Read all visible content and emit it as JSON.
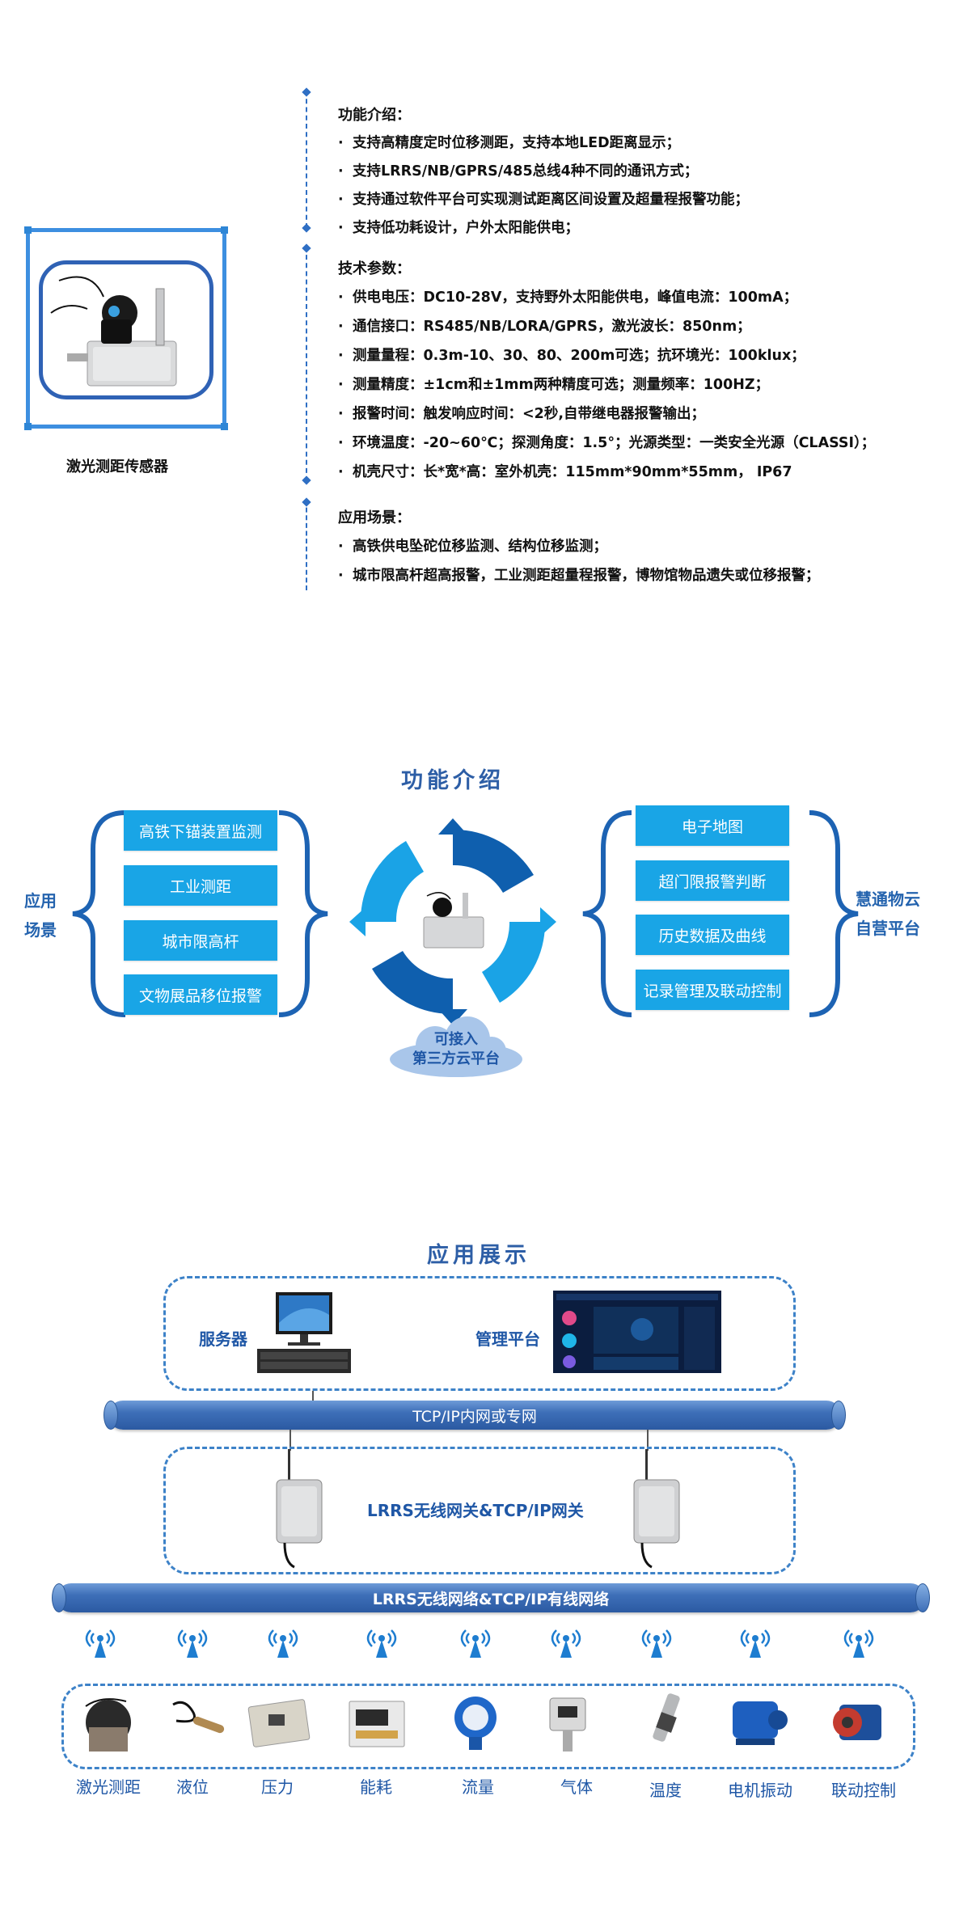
{
  "product": {
    "name": "激光测距传感器"
  },
  "spec": {
    "sections": [
      {
        "title": "功能介绍：",
        "items": [
          "支持高精度定时位移测距，支持本地LED距离显示；",
          "支持LRRS/NB/GPRS/485总线4种不同的通讯方式；",
          "支持通过软件平台可实现测试距离区间设置及超量程报警功能；",
          "支持低功耗设计，户外太阳能供电；"
        ]
      },
      {
        "title": "技术参数：",
        "items": [
          "供电电压：DC10-28V，支持野外太阳能供电，峰值电流：100mA；",
          "通信接口：RS485/NB/LORA/GPRS，激光波长：850nm；",
          "测量量程：0.3m-10、30、80、200m可选；抗环境光：100klux；",
          "测量精度：±1cm和±1mm两种精度可选；测量频率：100HZ；",
          "报警时间：触发响应时间：<2秒,自带继电器报警输出；",
          "环境温度：-20~60℃；探测角度：1.5°；光源类型：一类安全光源（CLASSI）；",
          "机壳尺寸：长*宽*高：室外机壳：115mm*90mm*55mm， IP67"
        ]
      },
      {
        "title": "应用场景：",
        "items": [
          "高铁供电坠砣位移监测、结构位移监测；",
          "城市限高杆超高报警，工业测距超量程报警，博物馆物品遗失或位移报警；"
        ]
      }
    ]
  },
  "features": {
    "title": "功能介绍",
    "left_label_1": "应用",
    "left_label_2": "场景",
    "left_items": [
      "高铁下锚装置监测",
      "工业测距",
      "城市限高杆",
      "文物展品移位报警"
    ],
    "right_items": [
      "电子地图",
      "超门限报警判断",
      "历史数据及曲线",
      "记录管理及联动控制"
    ],
    "right_label_1": "慧通物云",
    "right_label_2": "自营平台",
    "cloud_line_1": "可接入",
    "cloud_line_2": "第三方云平台"
  },
  "display": {
    "title": "应用展示",
    "server_label": "服务器",
    "platform_label": "管理平台",
    "pipe1_label": "TCP/IP内网或专网",
    "gateway_label": "LRRS无线网关&TCP/IP网关",
    "pipe2_label": "LRRS无线网络&TCP/IP有线网络",
    "sensors": [
      "激光测距",
      "液位",
      "压力",
      "能耗",
      "流量",
      "气体",
      "温度",
      "电机振动",
      "联动控制"
    ]
  },
  "colors": {
    "accent": "#19a5e6",
    "dark_blue": "#1f57a6",
    "frame": "#3d8fe0"
  }
}
